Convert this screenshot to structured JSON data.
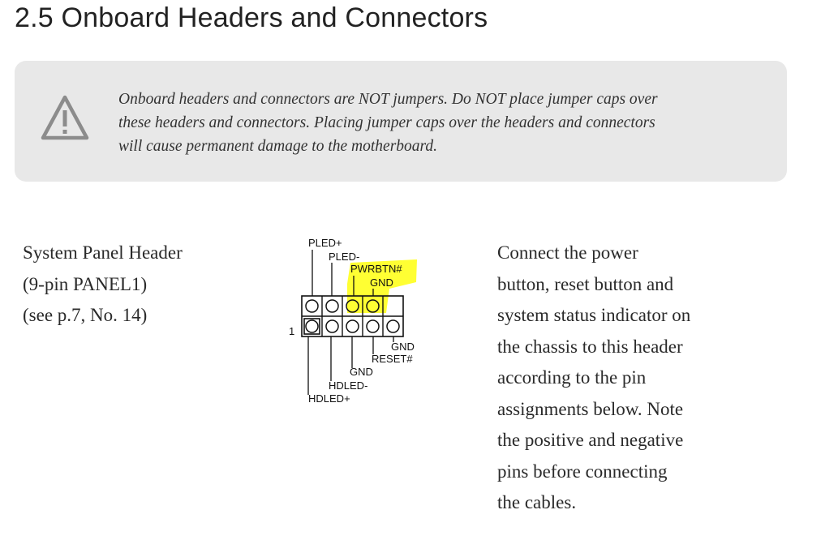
{
  "section": {
    "title": "2.5 Onboard Headers and Connectors"
  },
  "warning": {
    "icon": "warning-triangle-icon",
    "lines": [
      "Onboard headers and connectors are NOT jumpers. Do NOT place jumper caps over",
      "these headers and connectors. Placing jumper caps over the headers and connectors",
      "will cause permanent damage to the motherboard."
    ]
  },
  "header_info": {
    "lines": [
      "System Panel Header",
      "(9-pin PANEL1)",
      "(see p.7, No. 14)"
    ]
  },
  "pin_diagram": {
    "highlight_color": "#ffff33",
    "pin1_label": "1",
    "top_labels": {
      "pled_plus": "PLED+",
      "pled_minus": "PLED-",
      "pwrbtn": "PWRBTN#",
      "gnd": "GND"
    },
    "bottom_labels": {
      "gnd_right": "GND",
      "reset": "RESET#",
      "gnd_mid": "GND",
      "hdled_minus": "HDLED-",
      "hdled_plus": "HDLED+"
    }
  },
  "description": {
    "lines": [
      "Connect the power",
      "button, reset button and",
      "system status indicator on",
      "the chassis to this header",
      "according to the pin",
      "assignments below. Note",
      "the positive and negative",
      "pins before connecting",
      "the cables."
    ]
  }
}
